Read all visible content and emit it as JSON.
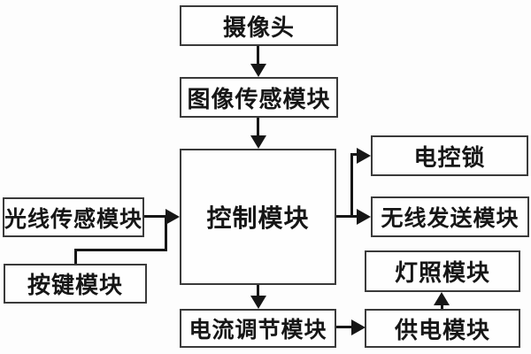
{
  "diagram": {
    "type": "flowchart",
    "language": "zh",
    "nodes": {
      "camera": "摄像头",
      "image_sensor": "图像传感模块",
      "control": "控制模块",
      "light_sensor": "光线传感模块",
      "button": "按键模块",
      "electric_lock": "电控锁",
      "wireless": "无线发送模块",
      "lighting": "灯照模块",
      "power": "供电模块",
      "current": "电流调节模块"
    },
    "edges": [
      {
        "from": "摄像头",
        "to": "图像传感模块",
        "direction": "down"
      },
      {
        "from": "图像传感模块",
        "to": "控制模块",
        "direction": "down"
      },
      {
        "from": "光线传感模块",
        "to": "控制模块",
        "direction": "right"
      },
      {
        "from": "按键模块",
        "to": "控制模块",
        "direction": "up-right",
        "note": "joins arrow from 光线传感模块"
      },
      {
        "from": "控制模块",
        "to": "电控锁",
        "direction": "right-up"
      },
      {
        "from": "控制模块",
        "to": "无线发送模块",
        "direction": "right"
      },
      {
        "from": "控制模块",
        "to": "电流调节模块",
        "direction": "down"
      },
      {
        "from": "电流调节模块",
        "to": "供电模块",
        "direction": "right"
      },
      {
        "from": "供电模块",
        "to": "灯照模块",
        "direction": "up"
      }
    ],
    "colors": {
      "background": "#fdfdfd",
      "box_background": "#fefefe",
      "box_border": "#3a3a3a",
      "line": "#161616",
      "text": "#161616"
    }
  }
}
